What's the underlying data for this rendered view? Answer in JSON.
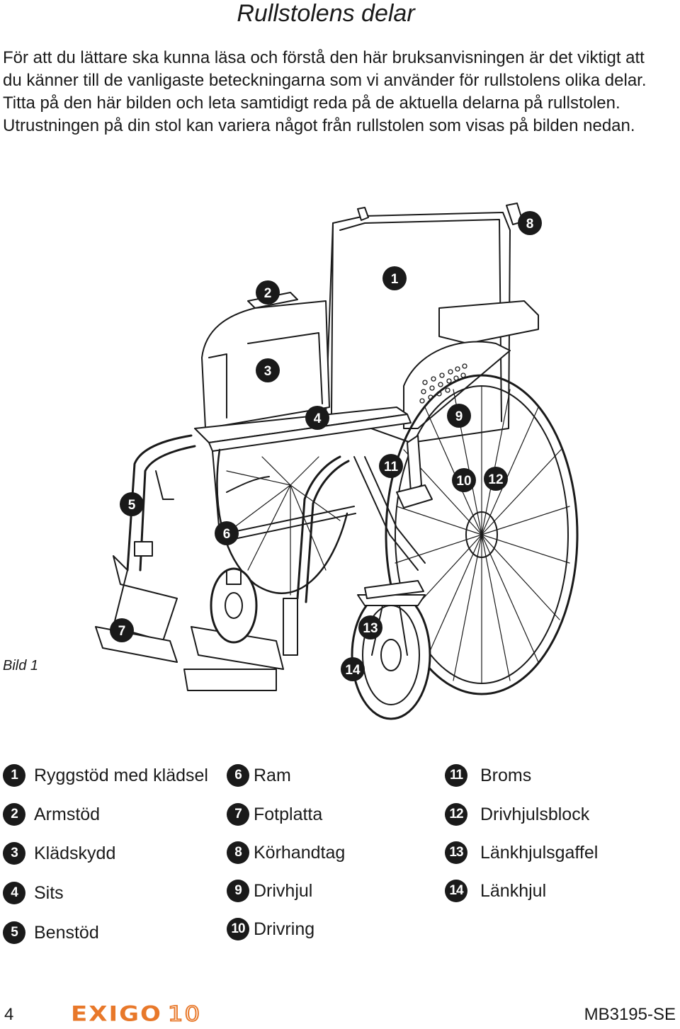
{
  "page": {
    "title": "Rullstolens delar",
    "intro": [
      "För att du lättare ska kunna läsa och förstå den här bruksanvisningen är det viktigt att du känner till de vanligaste beteckningarna som vi använder för rullstolens olika delar. Titta på den här bilden och leta samtidigt reda på de aktuella delarna på rullstolen.",
      "Utrustningen på din stol kan variera något från rullstolen som visas på bilden nedan."
    ],
    "figure_caption": "Bild 1"
  },
  "callouts": [
    "1",
    "2",
    "3",
    "4",
    "5",
    "6",
    "7",
    "8",
    "9",
    "10",
    "11",
    "12",
    "13",
    "14"
  ],
  "legend": [
    {
      "num": "1",
      "label": "Ryggstöd med klädsel"
    },
    {
      "num": "2",
      "label": "Armstöd"
    },
    {
      "num": "3",
      "label": "Klädskydd"
    },
    {
      "num": "4",
      "label": "Sits"
    },
    {
      "num": "5",
      "label": "Benstöd"
    },
    {
      "num": "6",
      "label": "Ram"
    },
    {
      "num": "7",
      "label": "Fotplatta"
    },
    {
      "num": "8",
      "label": "Körhandtag"
    },
    {
      "num": "9",
      "label": "Drivhjul"
    },
    {
      "num": "10",
      "label": "Drivring"
    },
    {
      "num": "11",
      "label": "Broms"
    },
    {
      "num": "12",
      "label": "Drivhjulsblock"
    },
    {
      "num": "13",
      "label": "Länkhjulsgaffel"
    },
    {
      "num": "14",
      "label": "Länkhjul"
    }
  ],
  "footer": {
    "page_number": "4",
    "brand": "EXIGO",
    "model": "10",
    "doc_code": "MB3195-SE"
  },
  "colors": {
    "brand_orange": "#e8782a",
    "badge": "#1a1a1a",
    "line": "#1a1a1a"
  },
  "icons": {
    "callout": "numbered-circle-icon",
    "drawing": "wheelchair-line-drawing"
  }
}
